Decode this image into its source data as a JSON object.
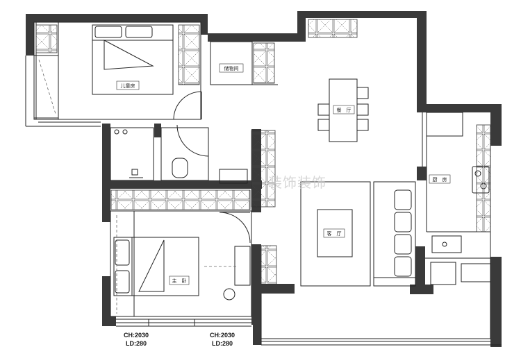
{
  "rooms": {
    "children_room": "儿童房",
    "storage_room": "储物间",
    "dining_room": "餐　厅",
    "living_room": "客　厅",
    "kitchen": "厨　房",
    "master_bedroom": "主　卧"
  },
  "notes": {
    "window_left": [
      "CH:2030",
      "LD:280"
    ],
    "window_right": [
      "CH:2030",
      "LD:280"
    ]
  },
  "watermark": "装饰装饰",
  "colors": {
    "wall": "#3a3a3a",
    "line": "#222222",
    "dash": "#666666"
  }
}
